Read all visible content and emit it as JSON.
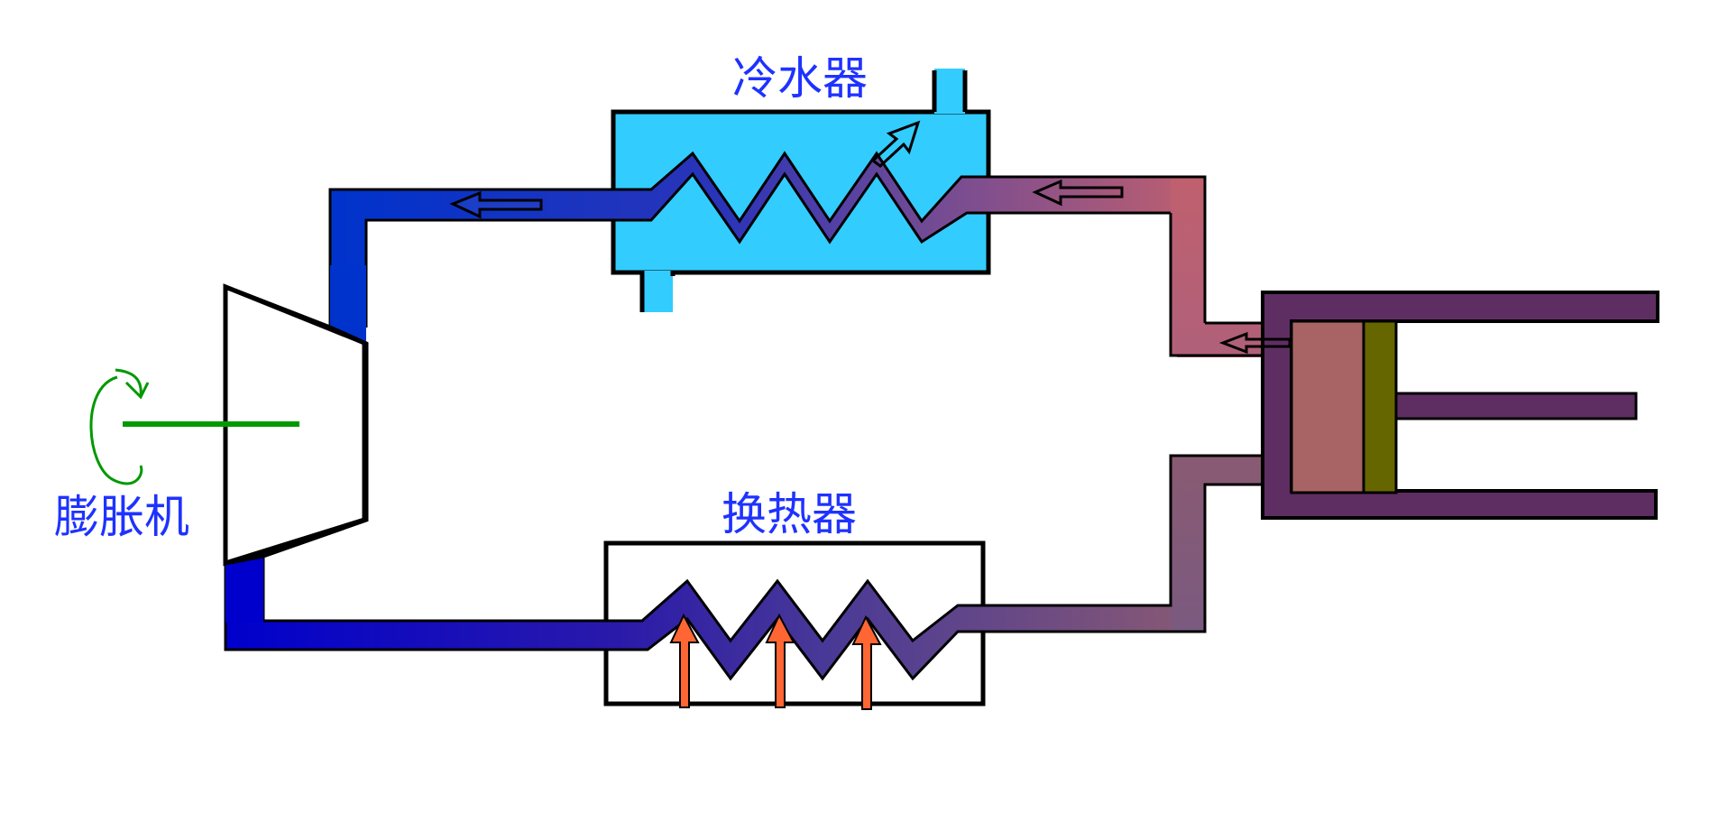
{
  "labels": {
    "cooler": "冷水器",
    "heat_exchanger": "换热器",
    "expander": "膨胀机"
  },
  "colors": {
    "label_text": "#1e32ff",
    "cold_pipe": "#0000cc",
    "hot_pipe": "#c0606e",
    "cooler_water": "#33ccff",
    "piston_head": "#a86464",
    "piston_ring": "#666600",
    "cylinder": "#5e2e62",
    "heat_arrow": "#ff6633",
    "shaft": "#009900",
    "outline": "#000000"
  },
  "icons": {
    "rotation": "rotation-arrow-icon",
    "flow": "flow-direction-arrow-icon",
    "heat_in": "heat-input-arrow-icon",
    "heat_out": "heat-rejection-arrow-icon"
  }
}
